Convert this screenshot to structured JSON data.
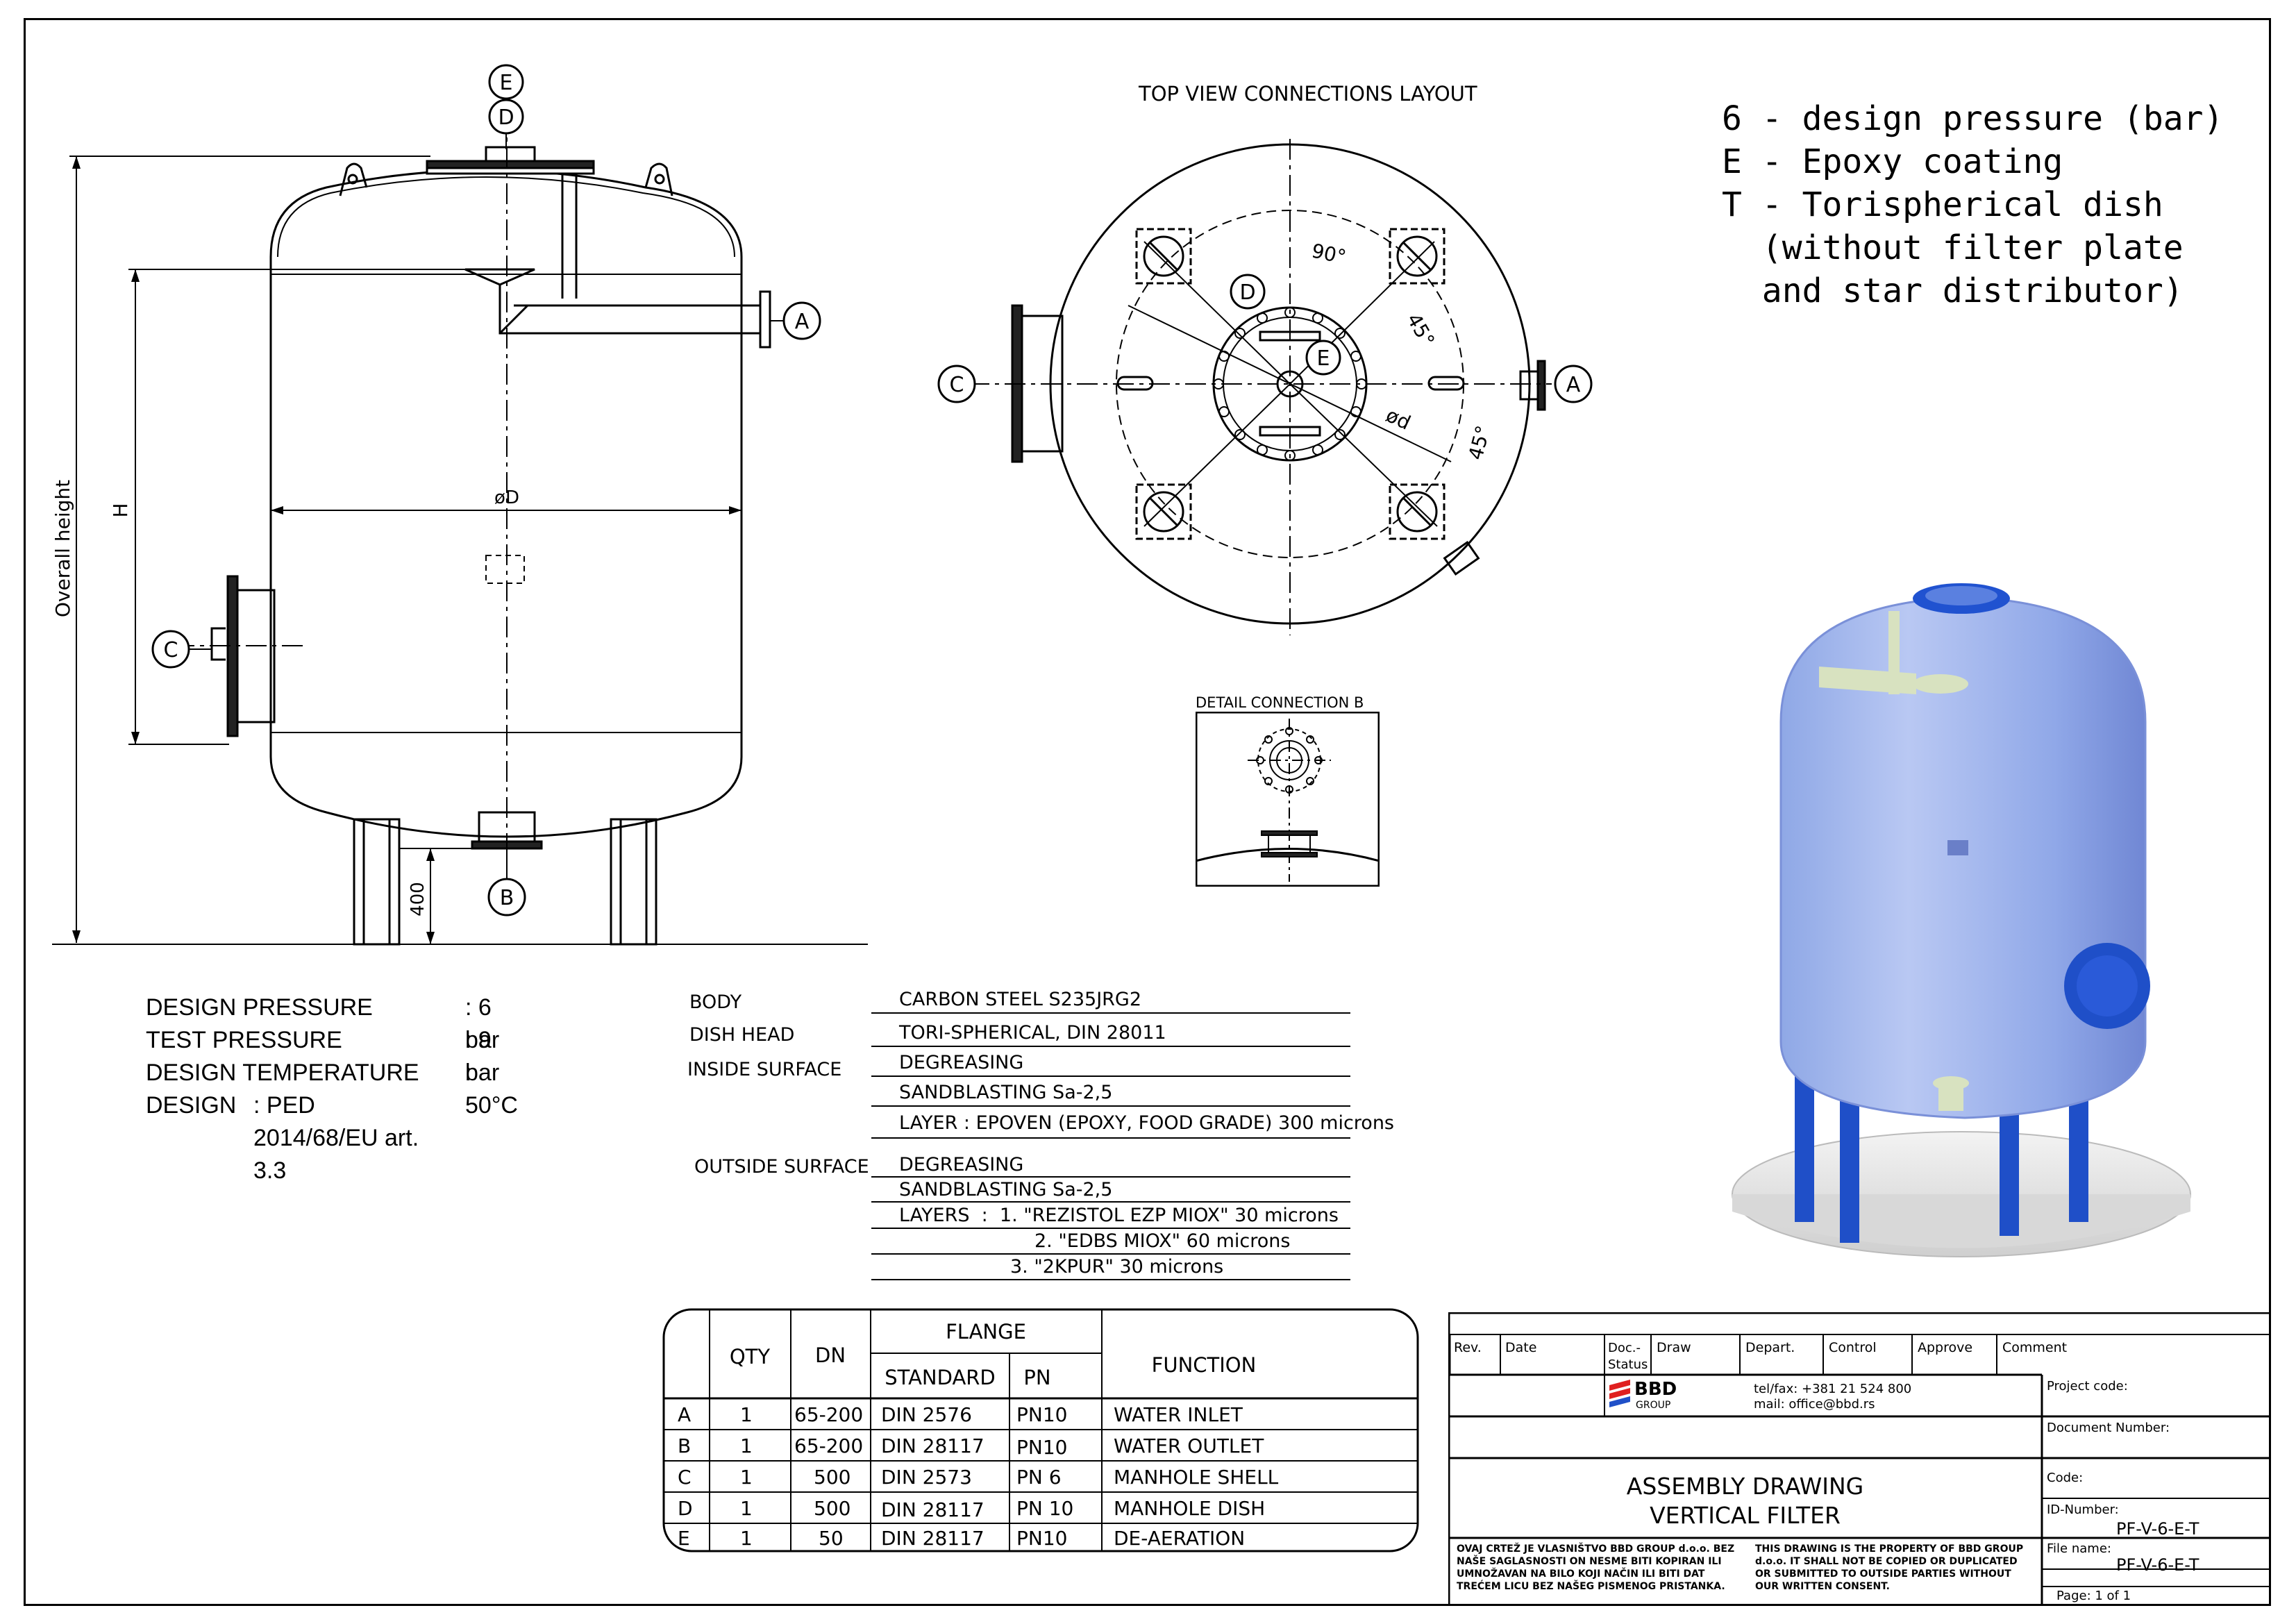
{
  "top_view_title": "TOP VIEW CONNECTIONS LAYOUT",
  "detail_title": "DETAIL CONNECTION B",
  "legend": [
    "6 - design pressure (bar)",
    "E - Epoxy coating",
    "T - Torispherical dish",
    "  (without filter plate",
    "  and star distributor)"
  ],
  "elevation": {
    "overall_height_label": "Overall height",
    "h_label": "H",
    "diameter_label": "øD",
    "leg_dim": "400",
    "callouts": {
      "a": "A",
      "b": "B",
      "c": "C",
      "d": "D",
      "e": "E"
    }
  },
  "top_view": {
    "angle_90": "90°",
    "angle_45a": "45°",
    "angle_45b": "45°",
    "small_diameter": "ød",
    "callouts": {
      "a": "A",
      "c": "C",
      "d": "D",
      "e": "E"
    }
  },
  "design_params": [
    {
      "label": "DESIGN PRESSURE",
      "value": ": 6 bar"
    },
    {
      "label": "TEST PRESSURE",
      "value": ": 9 bar"
    },
    {
      "label": "DESIGN TEMPERATURE",
      "value": ": 50°C"
    },
    {
      "label": "DESIGN",
      "value": ": PED 2014/68/EU art. 3.3"
    }
  ],
  "materials": {
    "body_label": "BODY",
    "body_value": "CARBON STEEL S235JRG2",
    "dish_label": "DISH HEAD",
    "dish_value": "TORI-SPHERICAL, DIN 28011",
    "inside_label": "INSIDE SURFACE",
    "inside_values": [
      "DEGREASING",
      "SANDBLASTING Sa-2,5",
      "LAYER : EPOVEN (EPOXY, FOOD GRADE) 300 microns"
    ],
    "outside_label": "OUTSIDE SURFACE",
    "outside_values": [
      "DEGREASING",
      "SANDBLASTING Sa-2,5",
      "LAYERS  :  1. \"REZISTOL EZP MIOX\" 30 microns",
      "2. \"EDBS MIOX\" 60 microns",
      "3. \"2KPUR\" 30 microns"
    ]
  },
  "flange_table": {
    "headers": {
      "qty": "QTY",
      "dn": "DN",
      "flange": "FLANGE",
      "standard": "STANDARD",
      "pn": "PN",
      "function": "FUNCTION"
    },
    "rows": [
      {
        "mark": "A",
        "qty": "1",
        "dn": "65-200",
        "standard": "DIN 2576",
        "pn": "PN10",
        "function": "WATER INLET"
      },
      {
        "mark": "B",
        "qty": "1",
        "dn": "65-200",
        "standard": "DIN 28117",
        "pn": "PN10",
        "function": "WATER OUTLET"
      },
      {
        "mark": "C",
        "qty": "1",
        "dn": "500",
        "standard": "DIN 2573",
        "pn": "PN 6",
        "function": "MANHOLE SHELL"
      },
      {
        "mark": "D",
        "qty": "1",
        "dn": "500",
        "standard": "DIN 28117",
        "pn": "PN 10",
        "function": "MANHOLE DISH"
      },
      {
        "mark": "E",
        "qty": "1",
        "dn": "50",
        "standard": "DIN 28117",
        "pn": "PN10",
        "function": "DE-AERATION"
      }
    ]
  },
  "title_block": {
    "headers": [
      "Rev.",
      "Date",
      "Doc.-\nStatus",
      "Draw",
      "Depart.",
      "Control",
      "Approve",
      "Comment"
    ],
    "company": "BBD",
    "company_sub": "GROUP",
    "contact_tel": "tel/fax: +381 21 524 800",
    "contact_mail": "mail: office@bbd.rs",
    "project_code": "Project code:",
    "document_number": "Document Number:",
    "title_line1": "ASSEMBLY DRAWING",
    "title_line2": "VERTICAL FILTER",
    "code_label": "Code:",
    "id_label": "ID-Number:",
    "id_value": "PF-V-6-E-T",
    "file_label": "File name:",
    "file_value": "PF-V-6-E-T",
    "page": "Page:  1 of 1",
    "notice_sr": "OVAJ CRTEŽ JE VLASNIŠTVO BBD GROUP d.o.o. BEZ NAŠE SAGLASNOSTI ON NESME BITI KOPIRAN ILI UMNOŽAVAN NA BILO KOJI NAČIN ILI BITI DAT TREĆEM LICU BEZ NAŠEG PISMENOG PRISTANKA.",
    "notice_en": "THIS DRAWING IS THE PROPERTY OF BBD GROUP d.o.o. IT SHALL NOT BE COPIED OR DUPLICATED OR SUBMITTED TO OUTSIDE PARTIES WITHOUT OUR WRITTEN CONSENT."
  }
}
